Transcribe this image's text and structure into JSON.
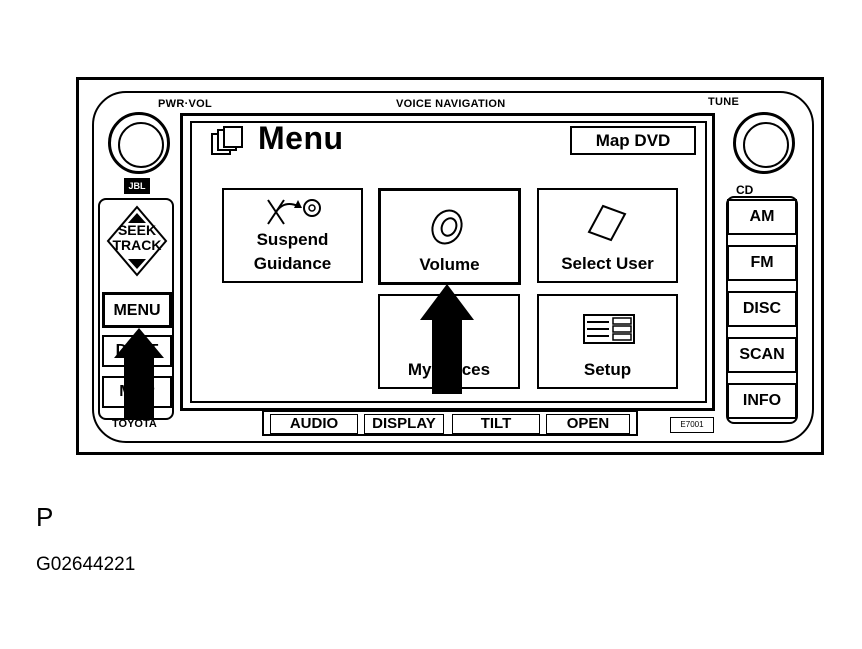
{
  "unit": {
    "pwr_vol_label": "PWR·VOL",
    "voice_navigation_label": "VOICE NAVIGATION",
    "tune_label": "TUNE",
    "brand_label": "TOYOTA",
    "cd_label": "CD",
    "jbl_label": "JBL"
  },
  "screen": {
    "title": "Menu",
    "map_dvd_button": "Map DVD",
    "tiles": [
      {
        "label_line1": "Suspend",
        "label_line2": "Guidance"
      },
      {
        "label_line1": "",
        "label_line2": "Volume"
      },
      {
        "label_line1": "",
        "label_line2": "Select User"
      },
      {
        "label_line1": "",
        "label_line2": "My Places"
      },
      {
        "label_line1": "",
        "label_line2": "Setup"
      }
    ]
  },
  "left_controls": {
    "seek_track_line1": "SEEK",
    "seek_track_line2": "TRACK",
    "menu_button": "MENU",
    "dest_button": "DEST",
    "map_button": "MAP"
  },
  "right_controls": [
    "AM",
    "FM",
    "DISC",
    "SCAN",
    "INFO"
  ],
  "bottom_controls": [
    "AUDIO",
    "DISPLAY",
    "TILT",
    "OPEN"
  ],
  "bottom_code": "E7001",
  "caption": {
    "letter": "P",
    "figure_id": "G02644221"
  }
}
